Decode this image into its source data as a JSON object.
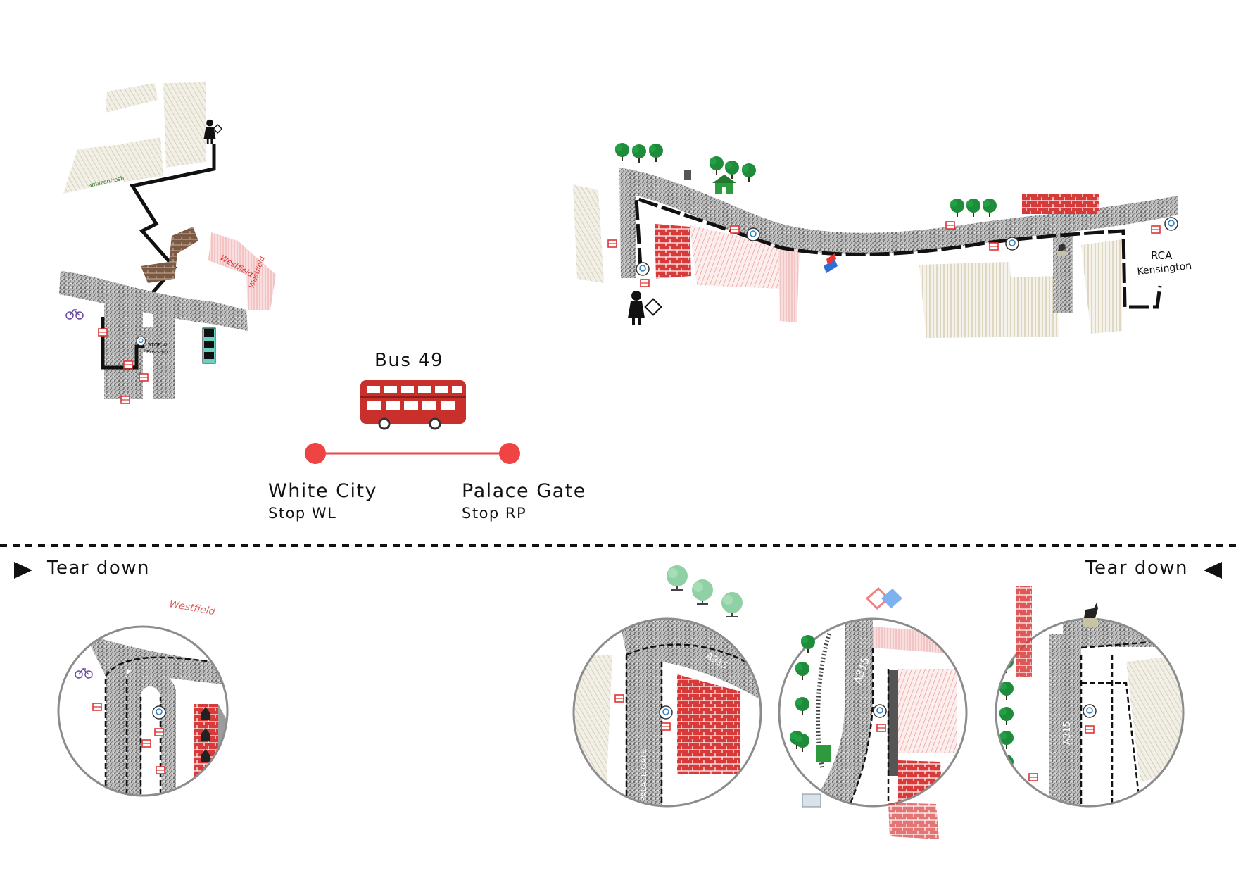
{
  "route": {
    "title": "Bus 49",
    "start": {
      "name": "White City",
      "stop": "Stop WL"
    },
    "end": {
      "name": "Palace Gate",
      "stop": "Stop RP"
    }
  },
  "divider": {
    "left_label": "Tear down",
    "right_label": "Tear down"
  },
  "map_labels": {
    "destination_line1": "RCA",
    "destination_line2": "Kensington",
    "road_a315_1": "A315",
    "road_a315_2": "A315",
    "road_a315_3": "A315",
    "palace_gate_road": "PALACE GATE",
    "stop_wl_note_line1": "STOP WL",
    "stop_wl_note_line2": "Bus stop",
    "westfield_1": "Westfield",
    "westfield_2": "Westfield",
    "westfield_3": "Westfield",
    "amazon": "amazonfresh"
  },
  "colors": {
    "route_red": "#ee4444",
    "bus_red": "#c9302c",
    "road_grey": "#b5b5b5",
    "tree_green": "#1e8c3a",
    "building_hatch": "#d9d5c3",
    "red_hatch": "#d9534f"
  }
}
